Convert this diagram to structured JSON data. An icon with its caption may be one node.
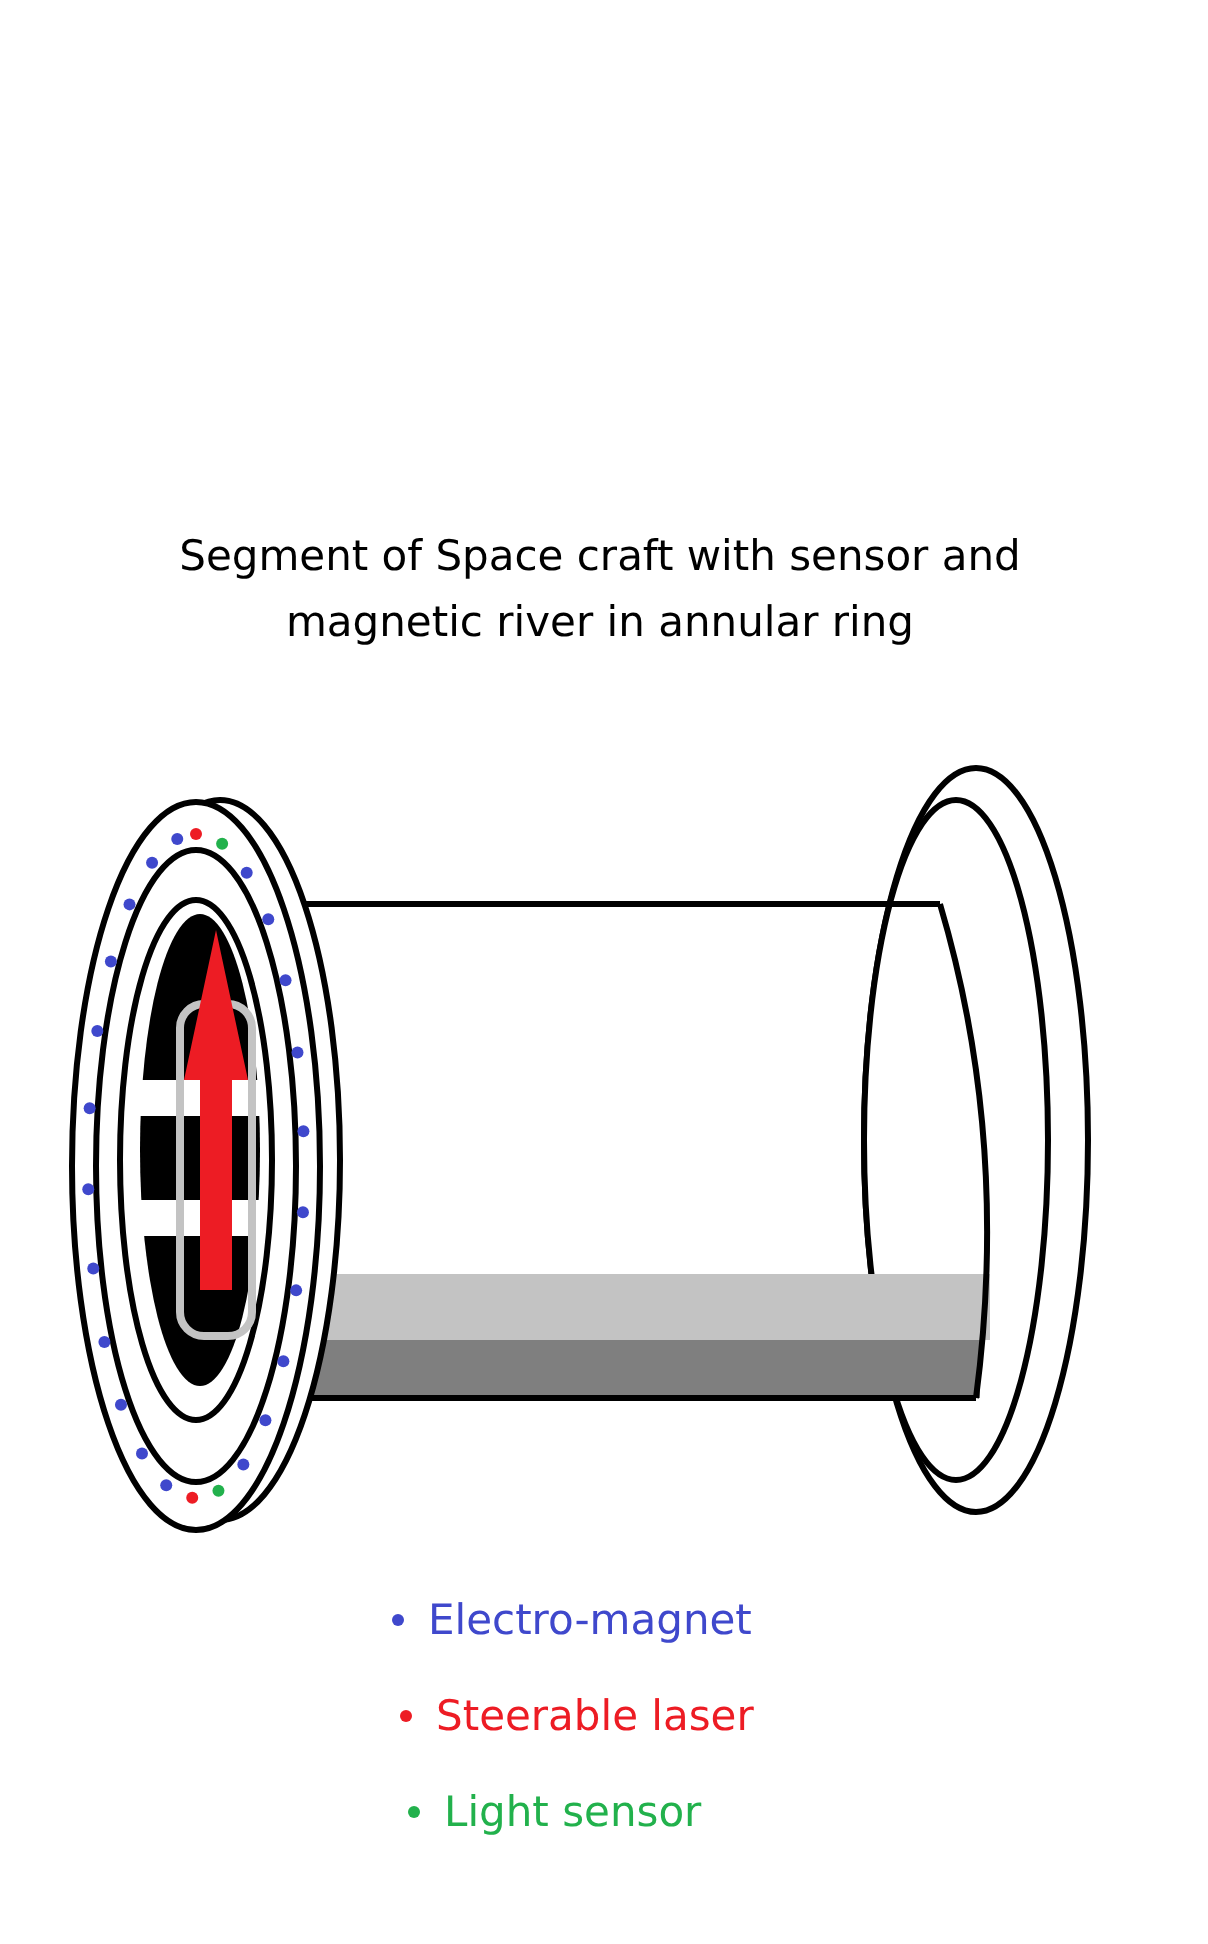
{
  "diagram": {
    "title": "Segment of Space craft with sensor and magnetic river in annular ring",
    "legend": [
      {
        "text": "Electro-magnet",
        "color": "#3f48cc"
      },
      {
        "text": "Steerable laser",
        "color": "#ed1c24"
      },
      {
        "text": "Light sensor",
        "color": "#22b14c"
      }
    ]
  }
}
